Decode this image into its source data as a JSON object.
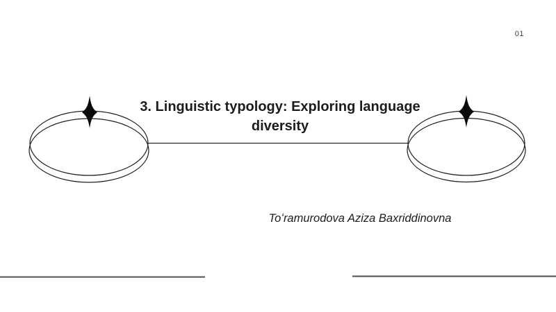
{
  "page": {
    "number": "01"
  },
  "title": {
    "text": "3. Linguistic typology: Exploring language diversity"
  },
  "author": {
    "text": "Toʻramurodova Aziza Baxriddinovna"
  },
  "decor": {
    "left_shape": "double-ellipse-with-sparkle",
    "right_shape": "double-ellipse-with-sparkle",
    "connector": "horizontal-line",
    "ink_color": "#1f1f1f",
    "sparkle_color": "#0a0a0a",
    "bottom_rule_color": "#4d4d4d"
  }
}
